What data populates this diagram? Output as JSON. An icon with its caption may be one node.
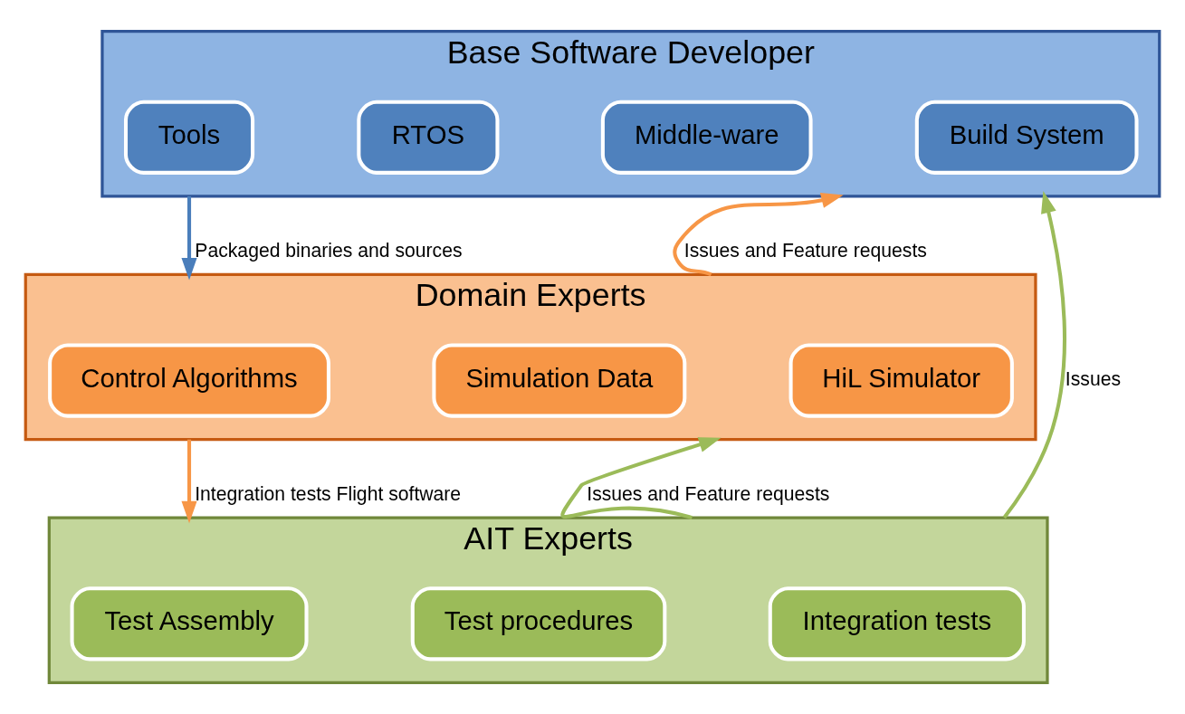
{
  "diagram": {
    "nodes": [
      {
        "text": [
          "Base Software Developer"
        ]
      },
      {
        "text": [
          "Tools"
        ],
        "in": 0
      },
      {
        "text": [
          "RTOS"
        ],
        "in": 0
      },
      {
        "text": [
          "Middle-ware"
        ],
        "in": 0
      },
      {
        "text": [
          "Build System"
        ],
        "in": 0
      },
      {
        "text": [
          "Domain Experts"
        ]
      },
      {
        "text": [
          "Control Algorithms"
        ],
        "in": 5
      },
      {
        "text": [
          "Simulation Data"
        ],
        "in": 5
      },
      {
        "text": [
          "HiL Simulator"
        ],
        "in": 5
      },
      {
        "text": [
          "AIT Experts"
        ]
      },
      {
        "text": [
          "Test Assembly"
        ],
        "in": 9
      },
      {
        "text": [
          "Test procedures"
        ],
        "in": 9
      },
      {
        "text": [
          "Integration tests"
        ],
        "in": 9
      }
    ],
    "edges": [
      {
        "from": 0,
        "to": 5,
        "arrow": "to",
        "label": "Packaged binaries and sources",
        "color": "#4a7ebb"
      },
      {
        "from": 5,
        "to": 9,
        "arrow": "to",
        "label": "Integration tests Flight software",
        "color": "#f79646"
      },
      {
        "from": 5,
        "to": 0,
        "arrow": "to",
        "label": "Issues and Feature requests",
        "color": "#f79646"
      },
      {
        "from": 9,
        "to": 0,
        "arrow": "to",
        "label": "Issues",
        "color": "#9bbb59"
      },
      {
        "from": 9,
        "to": 5,
        "arrow": "to",
        "label": "Issues and Feature requests",
        "color": "#9bbb59"
      }
    ]
  }
}
